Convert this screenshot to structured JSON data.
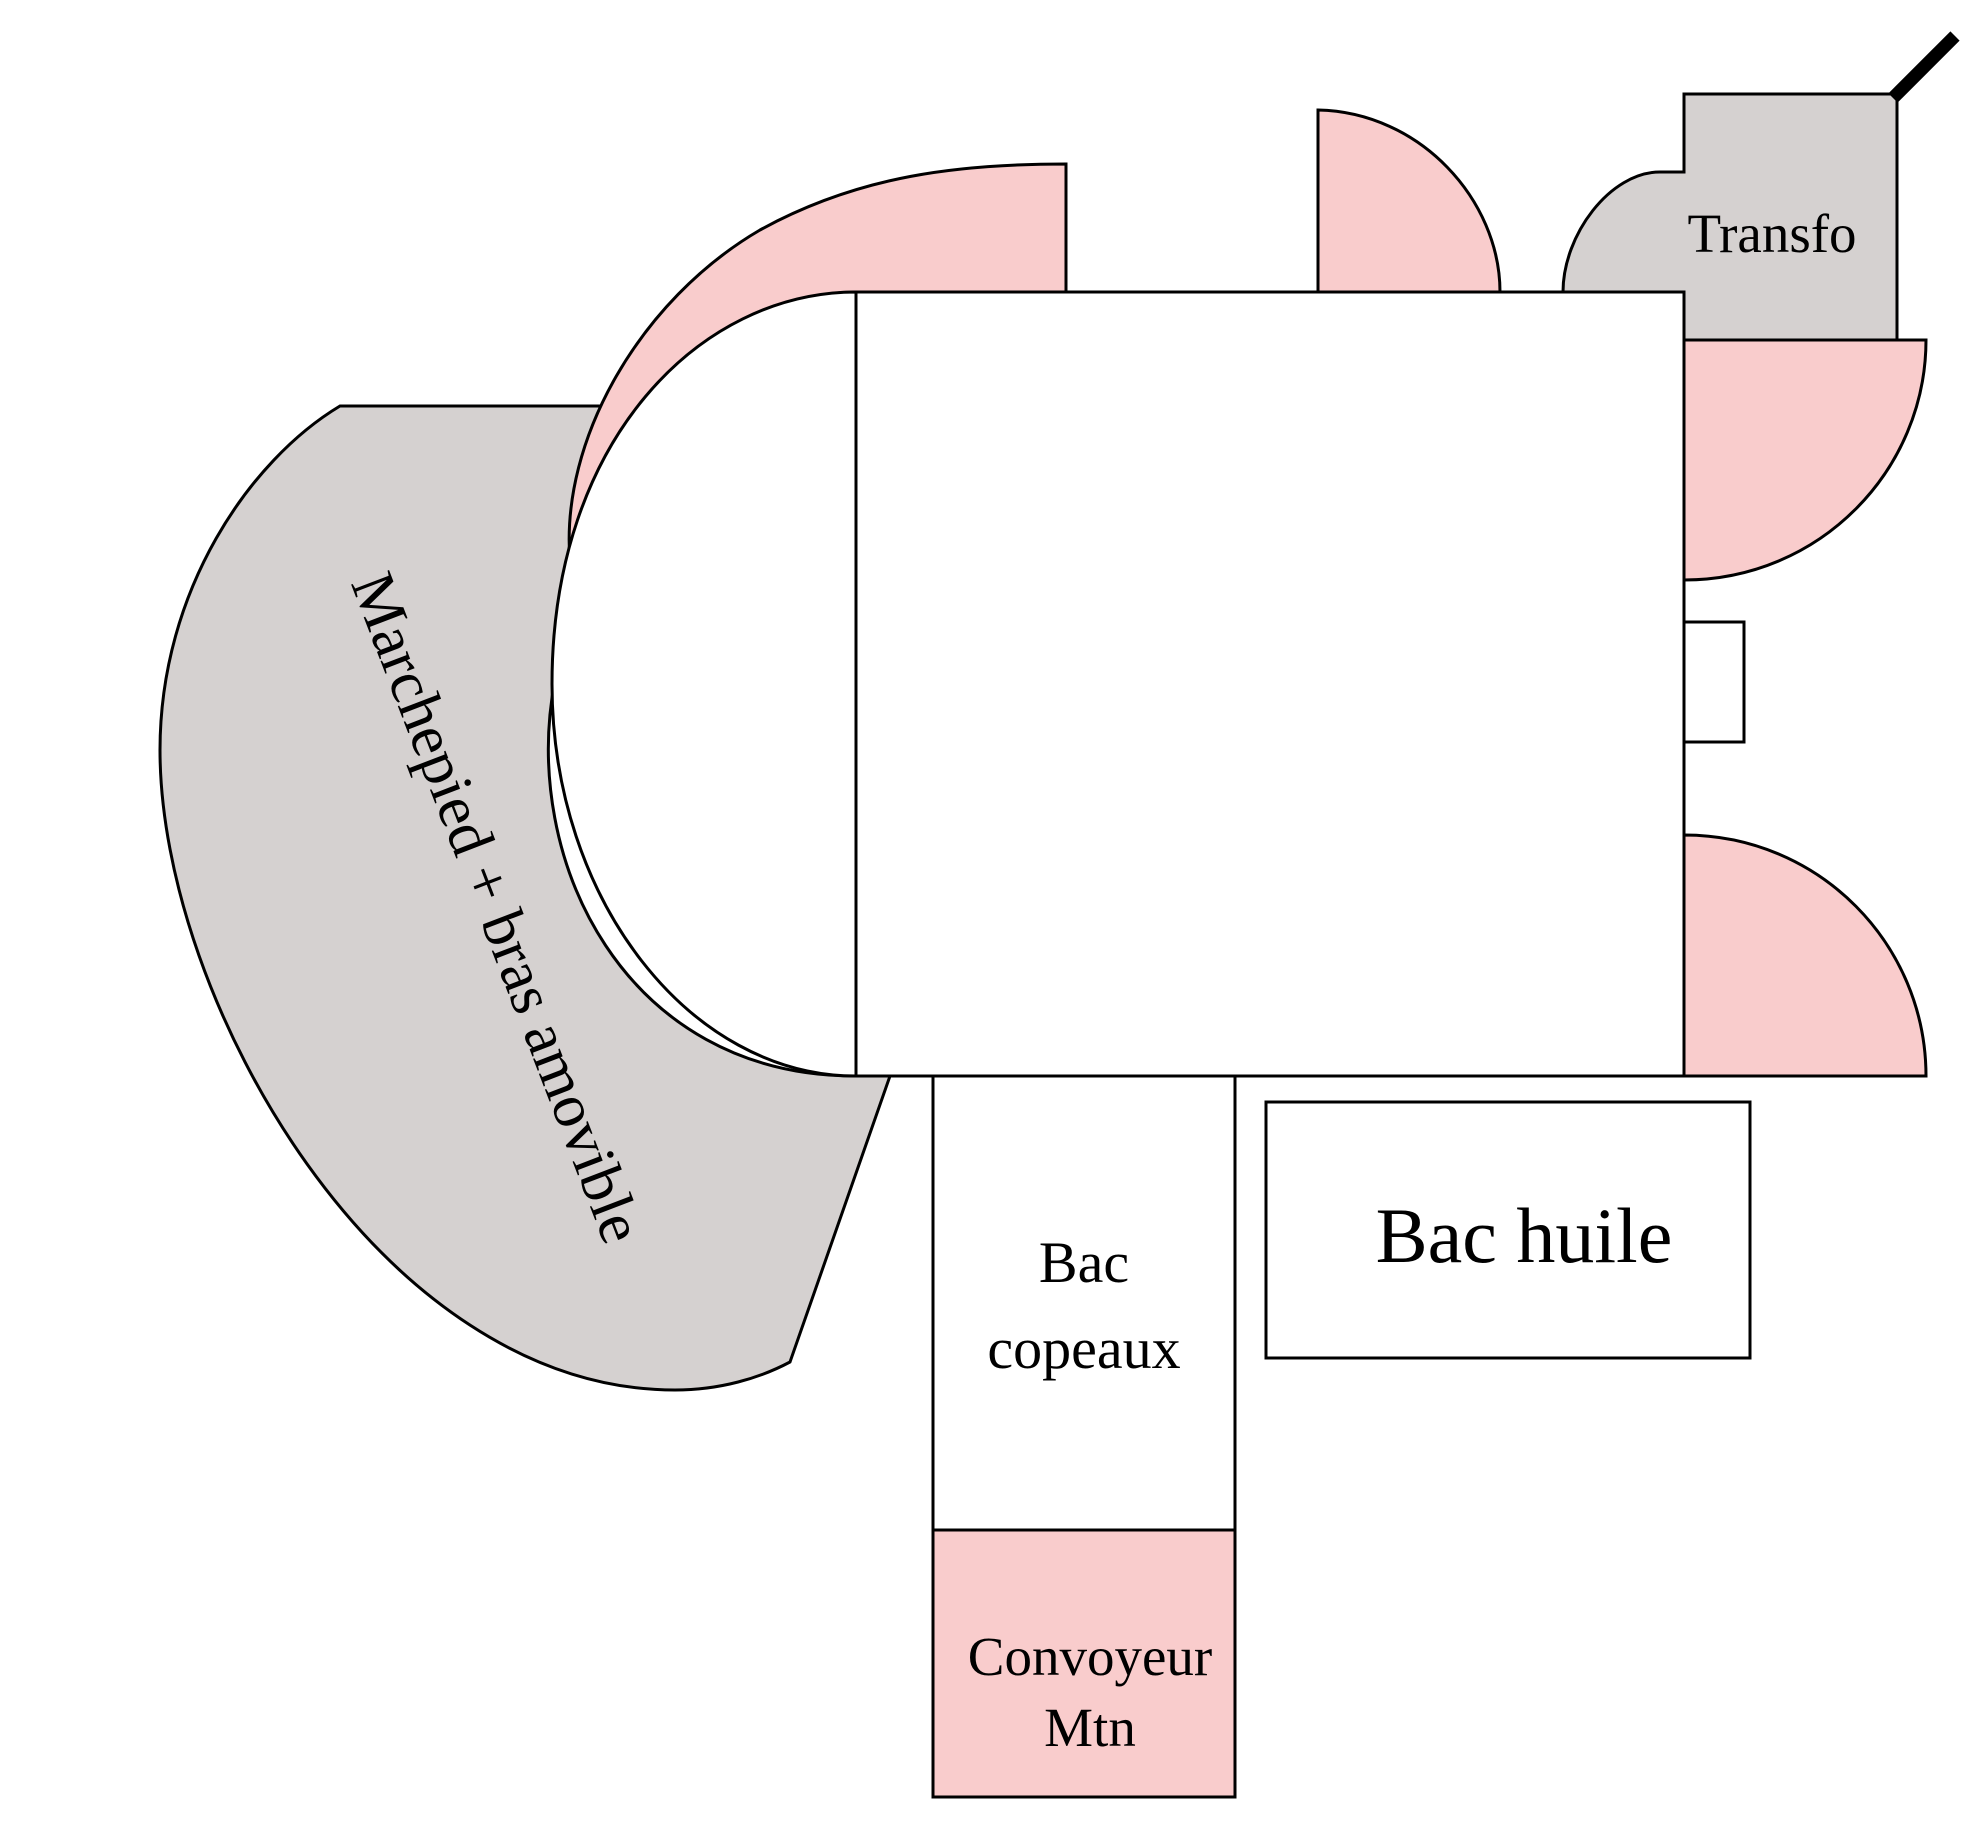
{
  "colors": {
    "pink": "#f9cccc",
    "grey": "#d5d1d0",
    "stroke": "#000000",
    "background": "#ffffff"
  },
  "labels": {
    "transfo": "Transfo",
    "marchepied": "Marchepied + bras amovible",
    "bac_copeaux_line1": "Bac",
    "bac_copeaux_line2": "copeaux",
    "bac_huile": "Bac huile",
    "convoyeur_line1": "Convoyeur",
    "convoyeur_line2": "Mtn"
  }
}
